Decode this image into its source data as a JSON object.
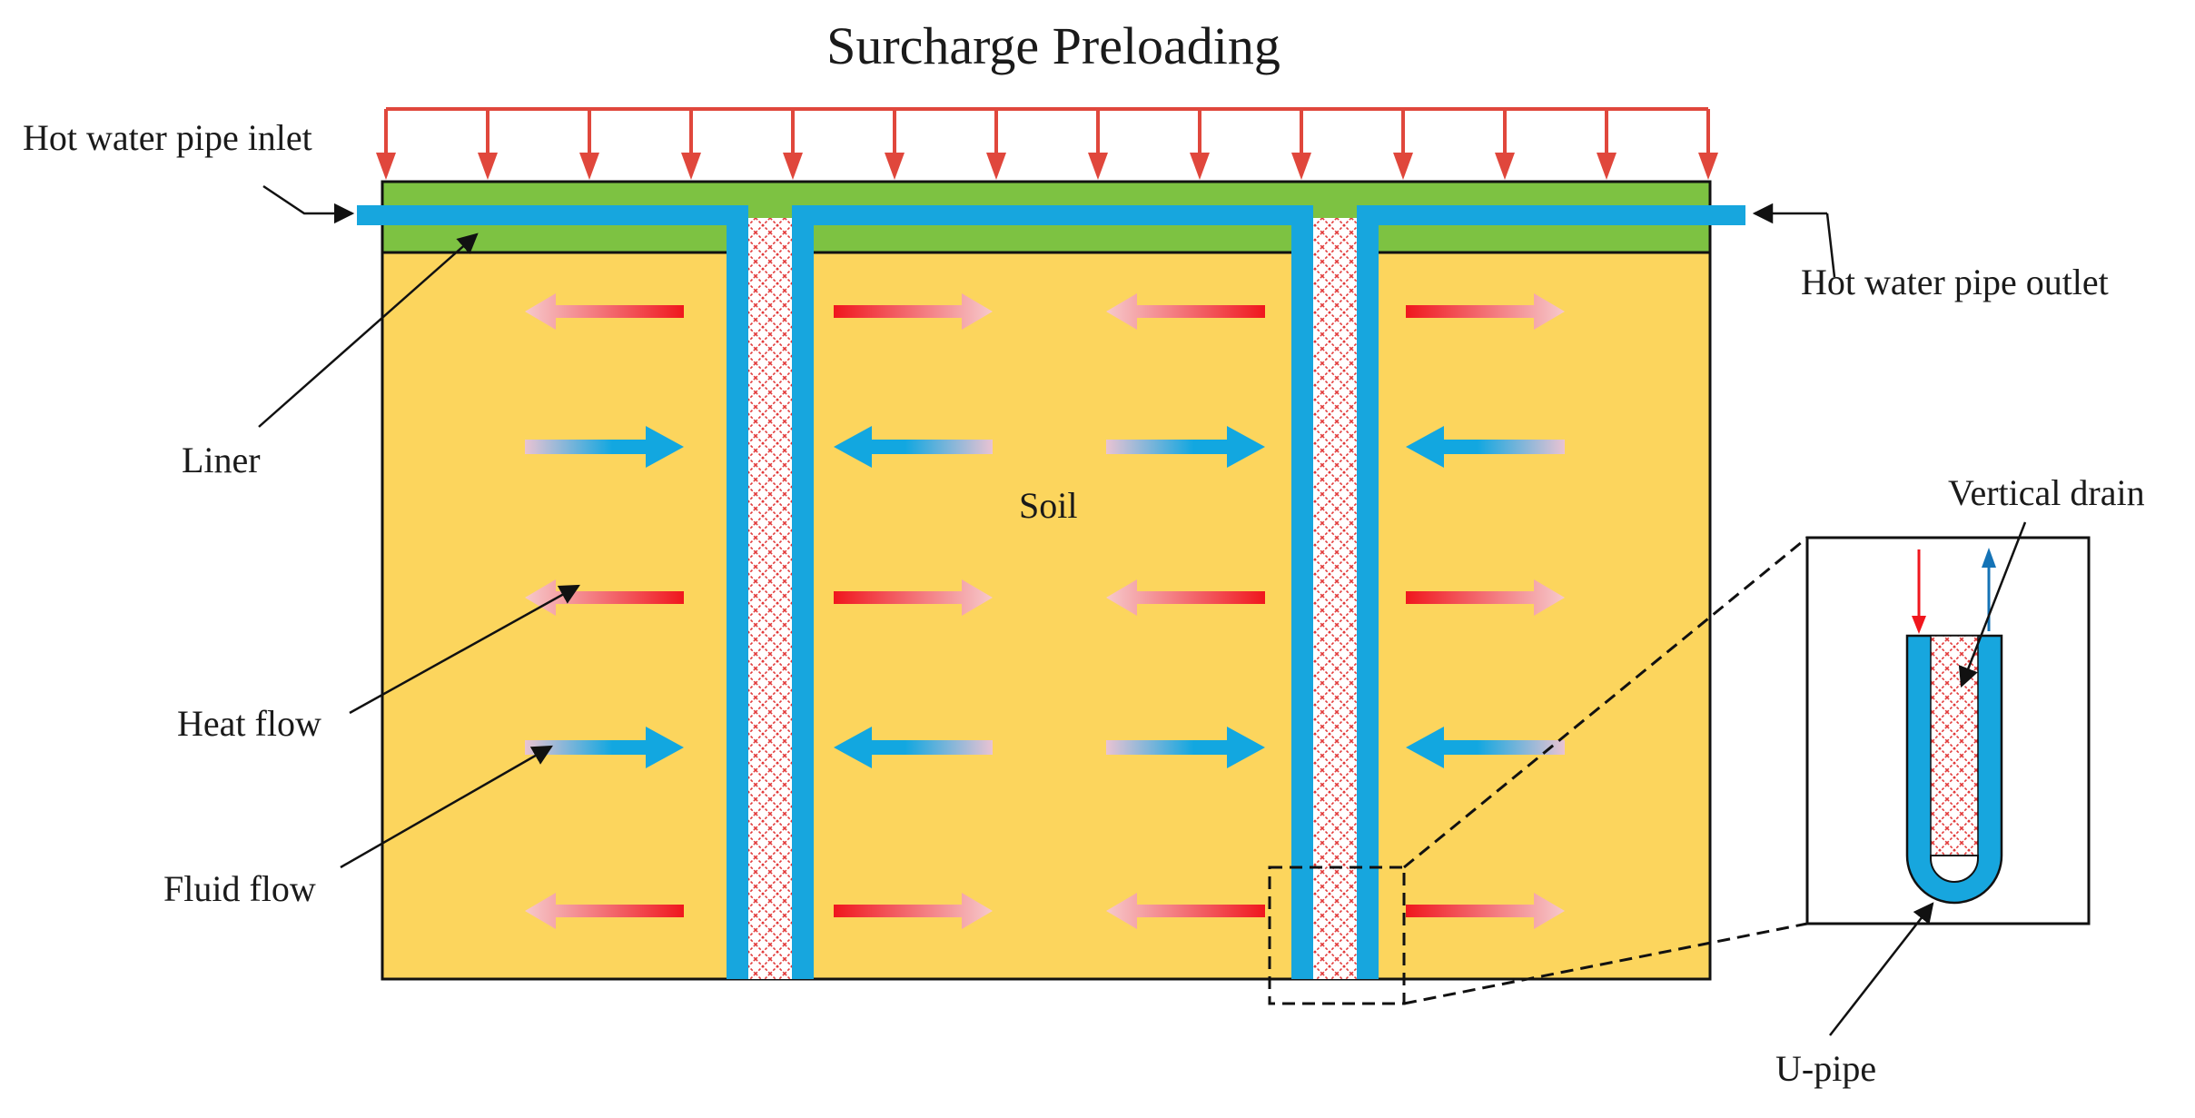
{
  "title": "Surcharge Preloading",
  "labels": {
    "inlet": "Hot water pipe inlet",
    "outlet": "Hot water pipe outlet",
    "liner": "Liner",
    "soil": "Soil",
    "heat_flow": "Heat flow",
    "fluid_flow": "Fluid flow",
    "vertical_drain": "Vertical drain",
    "u_pipe": "U-pipe"
  },
  "colors": {
    "surcharge_arrow": "#e0473c",
    "liner": "#7dc242",
    "soil": "#fcd55d",
    "pipe": "#17a6de",
    "drain_hatch": "#e23b3b",
    "heat_arrow": "#f0161d",
    "fluid_arrow": "#12a7e0",
    "outline": "#111111"
  },
  "icons": {
    "surcharge": "down-arrow-icon",
    "heat_flow": "gradient-red-arrow-icon",
    "fluid_flow": "gradient-blue-arrow-icon",
    "pointer": "leader-arrow-icon"
  }
}
